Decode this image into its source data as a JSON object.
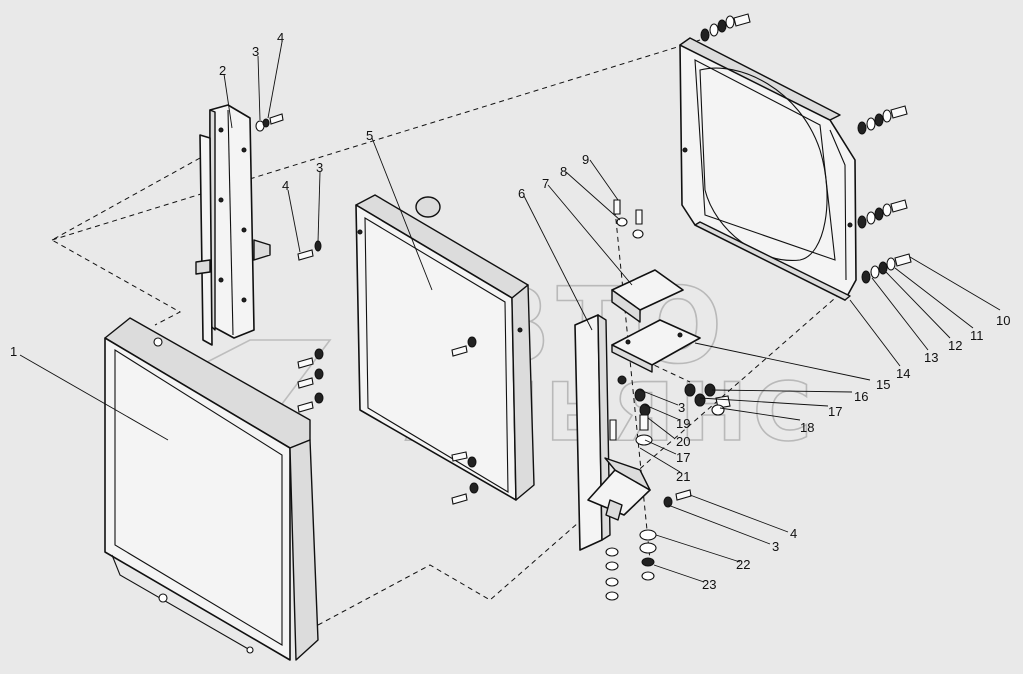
{
  "watermark": {
    "line1": "АВТО",
    "line2": "АЛЬЯНС"
  },
  "callouts": [
    {
      "text": "1"
    },
    {
      "text": "2"
    },
    {
      "text": "3"
    },
    {
      "text": "4"
    },
    {
      "text": "4"
    },
    {
      "text": "3"
    },
    {
      "text": "5"
    },
    {
      "text": "6"
    },
    {
      "text": "7"
    },
    {
      "text": "8"
    },
    {
      "text": "9"
    },
    {
      "text": "10"
    },
    {
      "text": "11"
    },
    {
      "text": "12"
    },
    {
      "text": "13"
    },
    {
      "text": "14"
    },
    {
      "text": "15"
    },
    {
      "text": "16"
    },
    {
      "text": "17"
    },
    {
      "text": "18"
    },
    {
      "text": "3"
    },
    {
      "text": "19"
    },
    {
      "text": "20"
    },
    {
      "text": "17"
    },
    {
      "text": "21"
    },
    {
      "text": "4"
    },
    {
      "text": "3"
    },
    {
      "text": "22"
    },
    {
      "text": "23"
    }
  ]
}
